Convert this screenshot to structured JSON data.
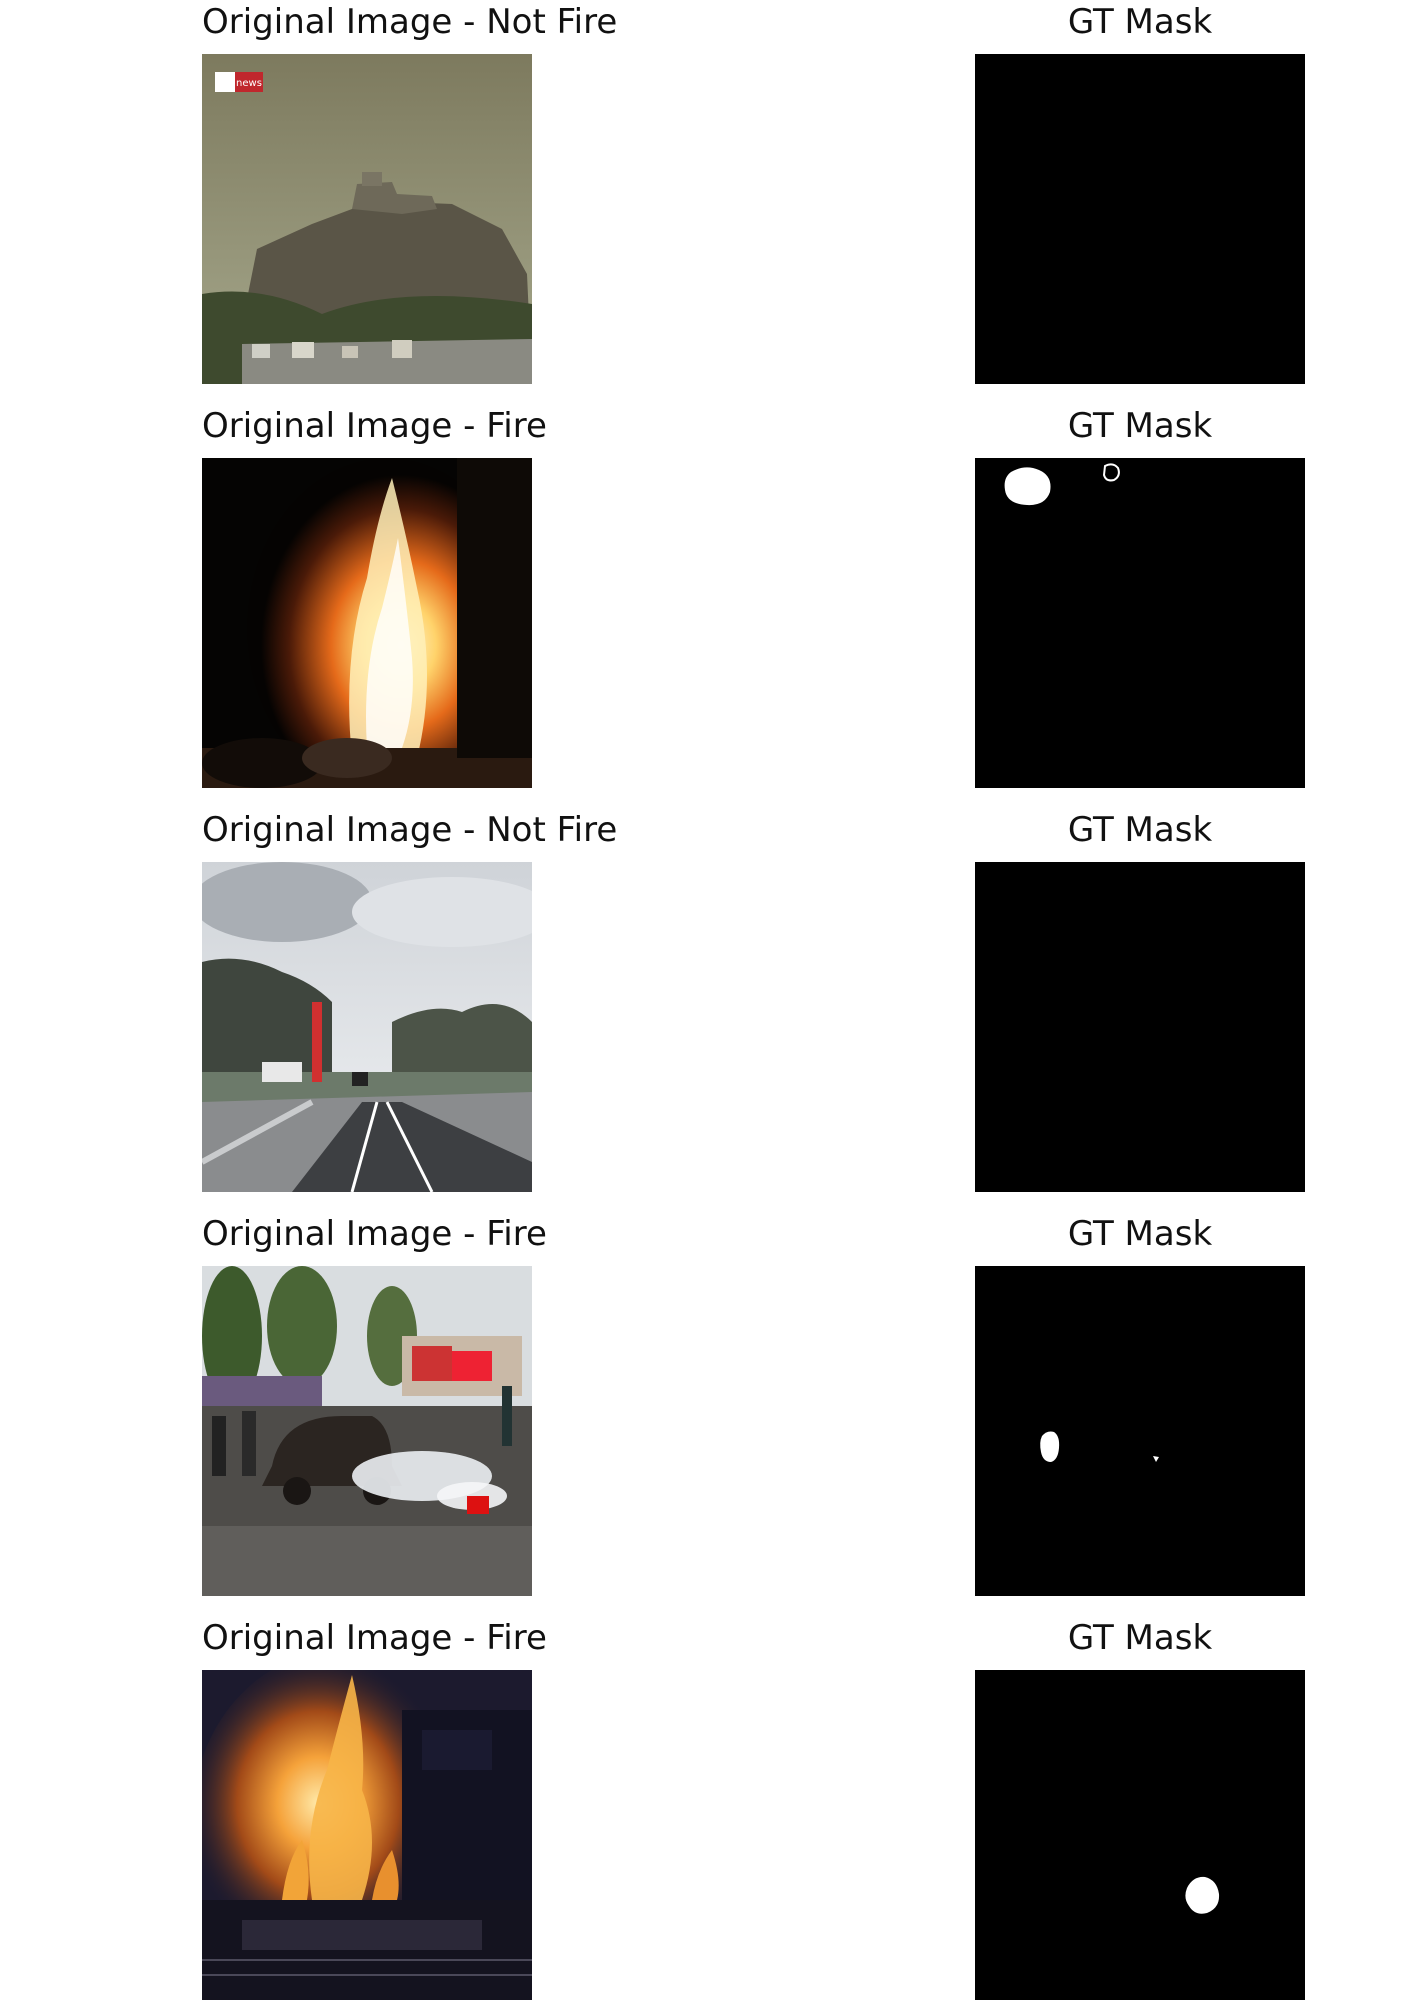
{
  "panels": [
    {
      "left_title": "Original Image - Not Fire",
      "left_image": "castle-on-cliff-photo",
      "right_title": "GT Mask",
      "mask_blobs": 0
    },
    {
      "left_title": "Original Image - Fire",
      "left_image": "night-tree-fire-photo",
      "right_title": "GT Mask",
      "mask_blobs": 2
    },
    {
      "left_title": "Original Image - Not Fire",
      "left_image": "mountain-road-photo",
      "right_title": "GT Mask",
      "mask_blobs": 0
    },
    {
      "left_title": "Original Image - Fire",
      "left_image": "firefighters-car-fire-photo",
      "right_title": "GT Mask",
      "mask_blobs": 2
    },
    {
      "left_title": "Original Image - Fire",
      "left_image": "night-building-fire-photo",
      "right_title": "GT Mask",
      "mask_blobs": 1
    }
  ],
  "logo_text": "news",
  "colors": {
    "mask_background": "#000000",
    "mask_foreground": "#ffffff",
    "fire": "#ffb020"
  }
}
